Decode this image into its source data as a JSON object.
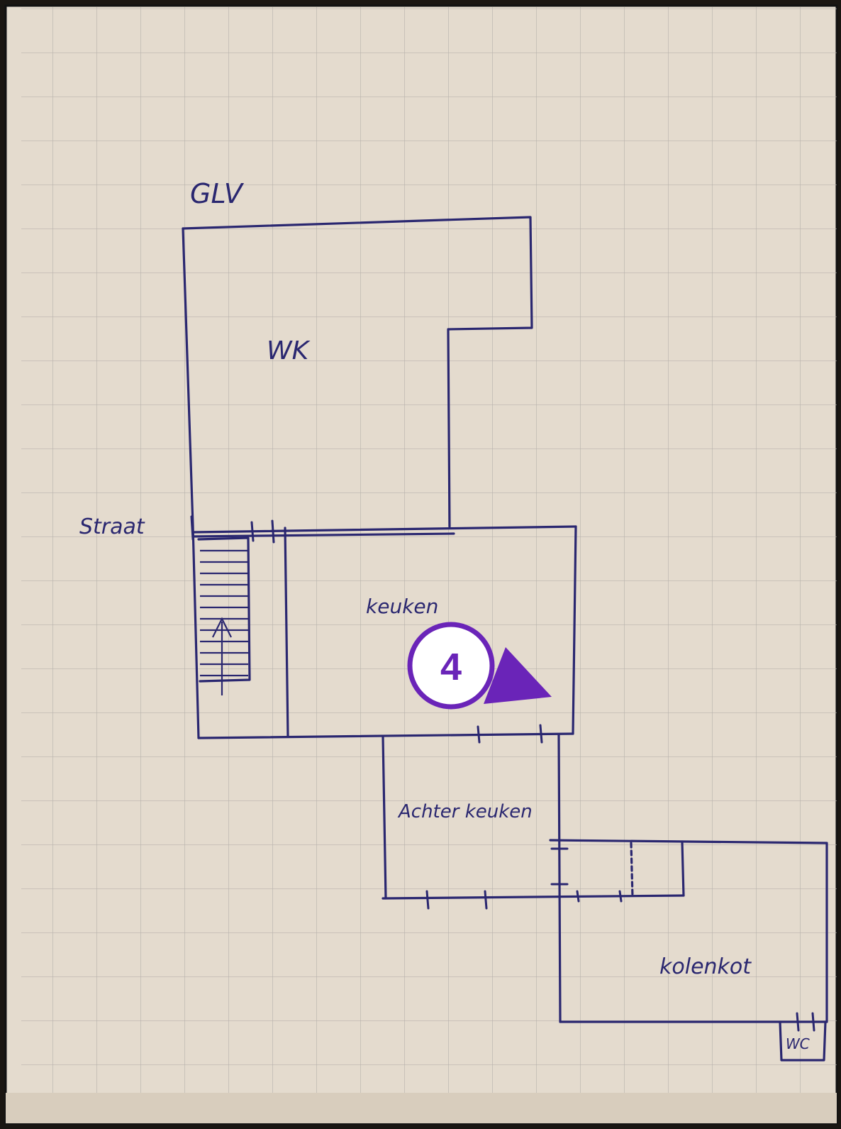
{
  "plan": {
    "title": "GLV",
    "rooms": {
      "woonkamer": "WK",
      "keuken": "keuken",
      "achterkeuken": "Achter keuken",
      "kolenkot": "kolenkot",
      "wc": "WC"
    },
    "street": "Straat"
  },
  "marker": {
    "number": "4"
  },
  "colors": {
    "ink": "#2a2770",
    "paper": "#e4dbce",
    "grid": "#b9b3ad",
    "marker": "#6a24b8"
  }
}
